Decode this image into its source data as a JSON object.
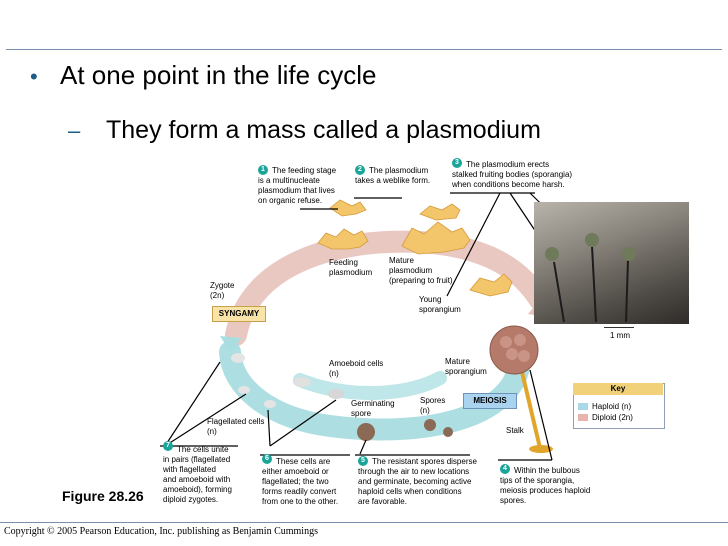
{
  "slide": {
    "bullet": "At one point in the life cycle",
    "sub_bullet": "They form a mass called a plasmodium",
    "figure_label": "Figure 28.26",
    "copyright": "Copyright © 2005 Pearson Education, Inc. publishing as Benjamin Cummings"
  },
  "steps": [
    {
      "num": "1",
      "text": "The feeding stage\nis a multinucleate\nplasmodium that lives\non organic refuse."
    },
    {
      "num": "2",
      "text": "The plasmodium\ntakes a weblike form."
    },
    {
      "num": "3",
      "text": "The plasmodium erects\nstalked fruiting bodies (sporangia)\nwhen conditions become harsh."
    },
    {
      "num": "4",
      "text": "Within the bulbous\ntips of the sporangia,\nmeiosis produces haploid\nspores."
    },
    {
      "num": "5",
      "text": "The resistant spores disperse\nthrough the air to new locations\nand germinate, becoming active\nhaploid cells when conditions\nare favorable."
    },
    {
      "num": "6",
      "text": "These cells are\neither amoeboid or\nflagellated; the two\nforms readily convert\nfrom one to the other."
    },
    {
      "num": "7",
      "text": "The cells unite\nin pairs (flagellated\nwith flagellated\nand amoeboid with\namoeboid), forming\ndiploid zygotes."
    }
  ],
  "labels": {
    "feeding": "Feeding\nplasmodium",
    "mature_plasmodium": "Mature\nplasmodium\n(preparing to fruit)",
    "young_sporangium": "Young\nsporangium",
    "mature_sporangium": "Mature\nsporangium",
    "zygote": "Zygote\n(2n)",
    "amoeboid": "Amoeboid cells\n(n)",
    "germinating": "Germinating\nspore",
    "spores": "Spores\n(n)",
    "flagellated": "Flagellated cells\n(n)",
    "stalk": "Stalk",
    "scale": "1 mm"
  },
  "boxes": {
    "syngamy": "SYNGAMY",
    "meiosis": "MEIOSIS"
  },
  "key": {
    "title": "Key",
    "haploid": "Haploid (n)",
    "diploid": "Diploid (2n)",
    "haploid_color": "#a9d8e8",
    "diploid_color": "#e8b4ad"
  }
}
